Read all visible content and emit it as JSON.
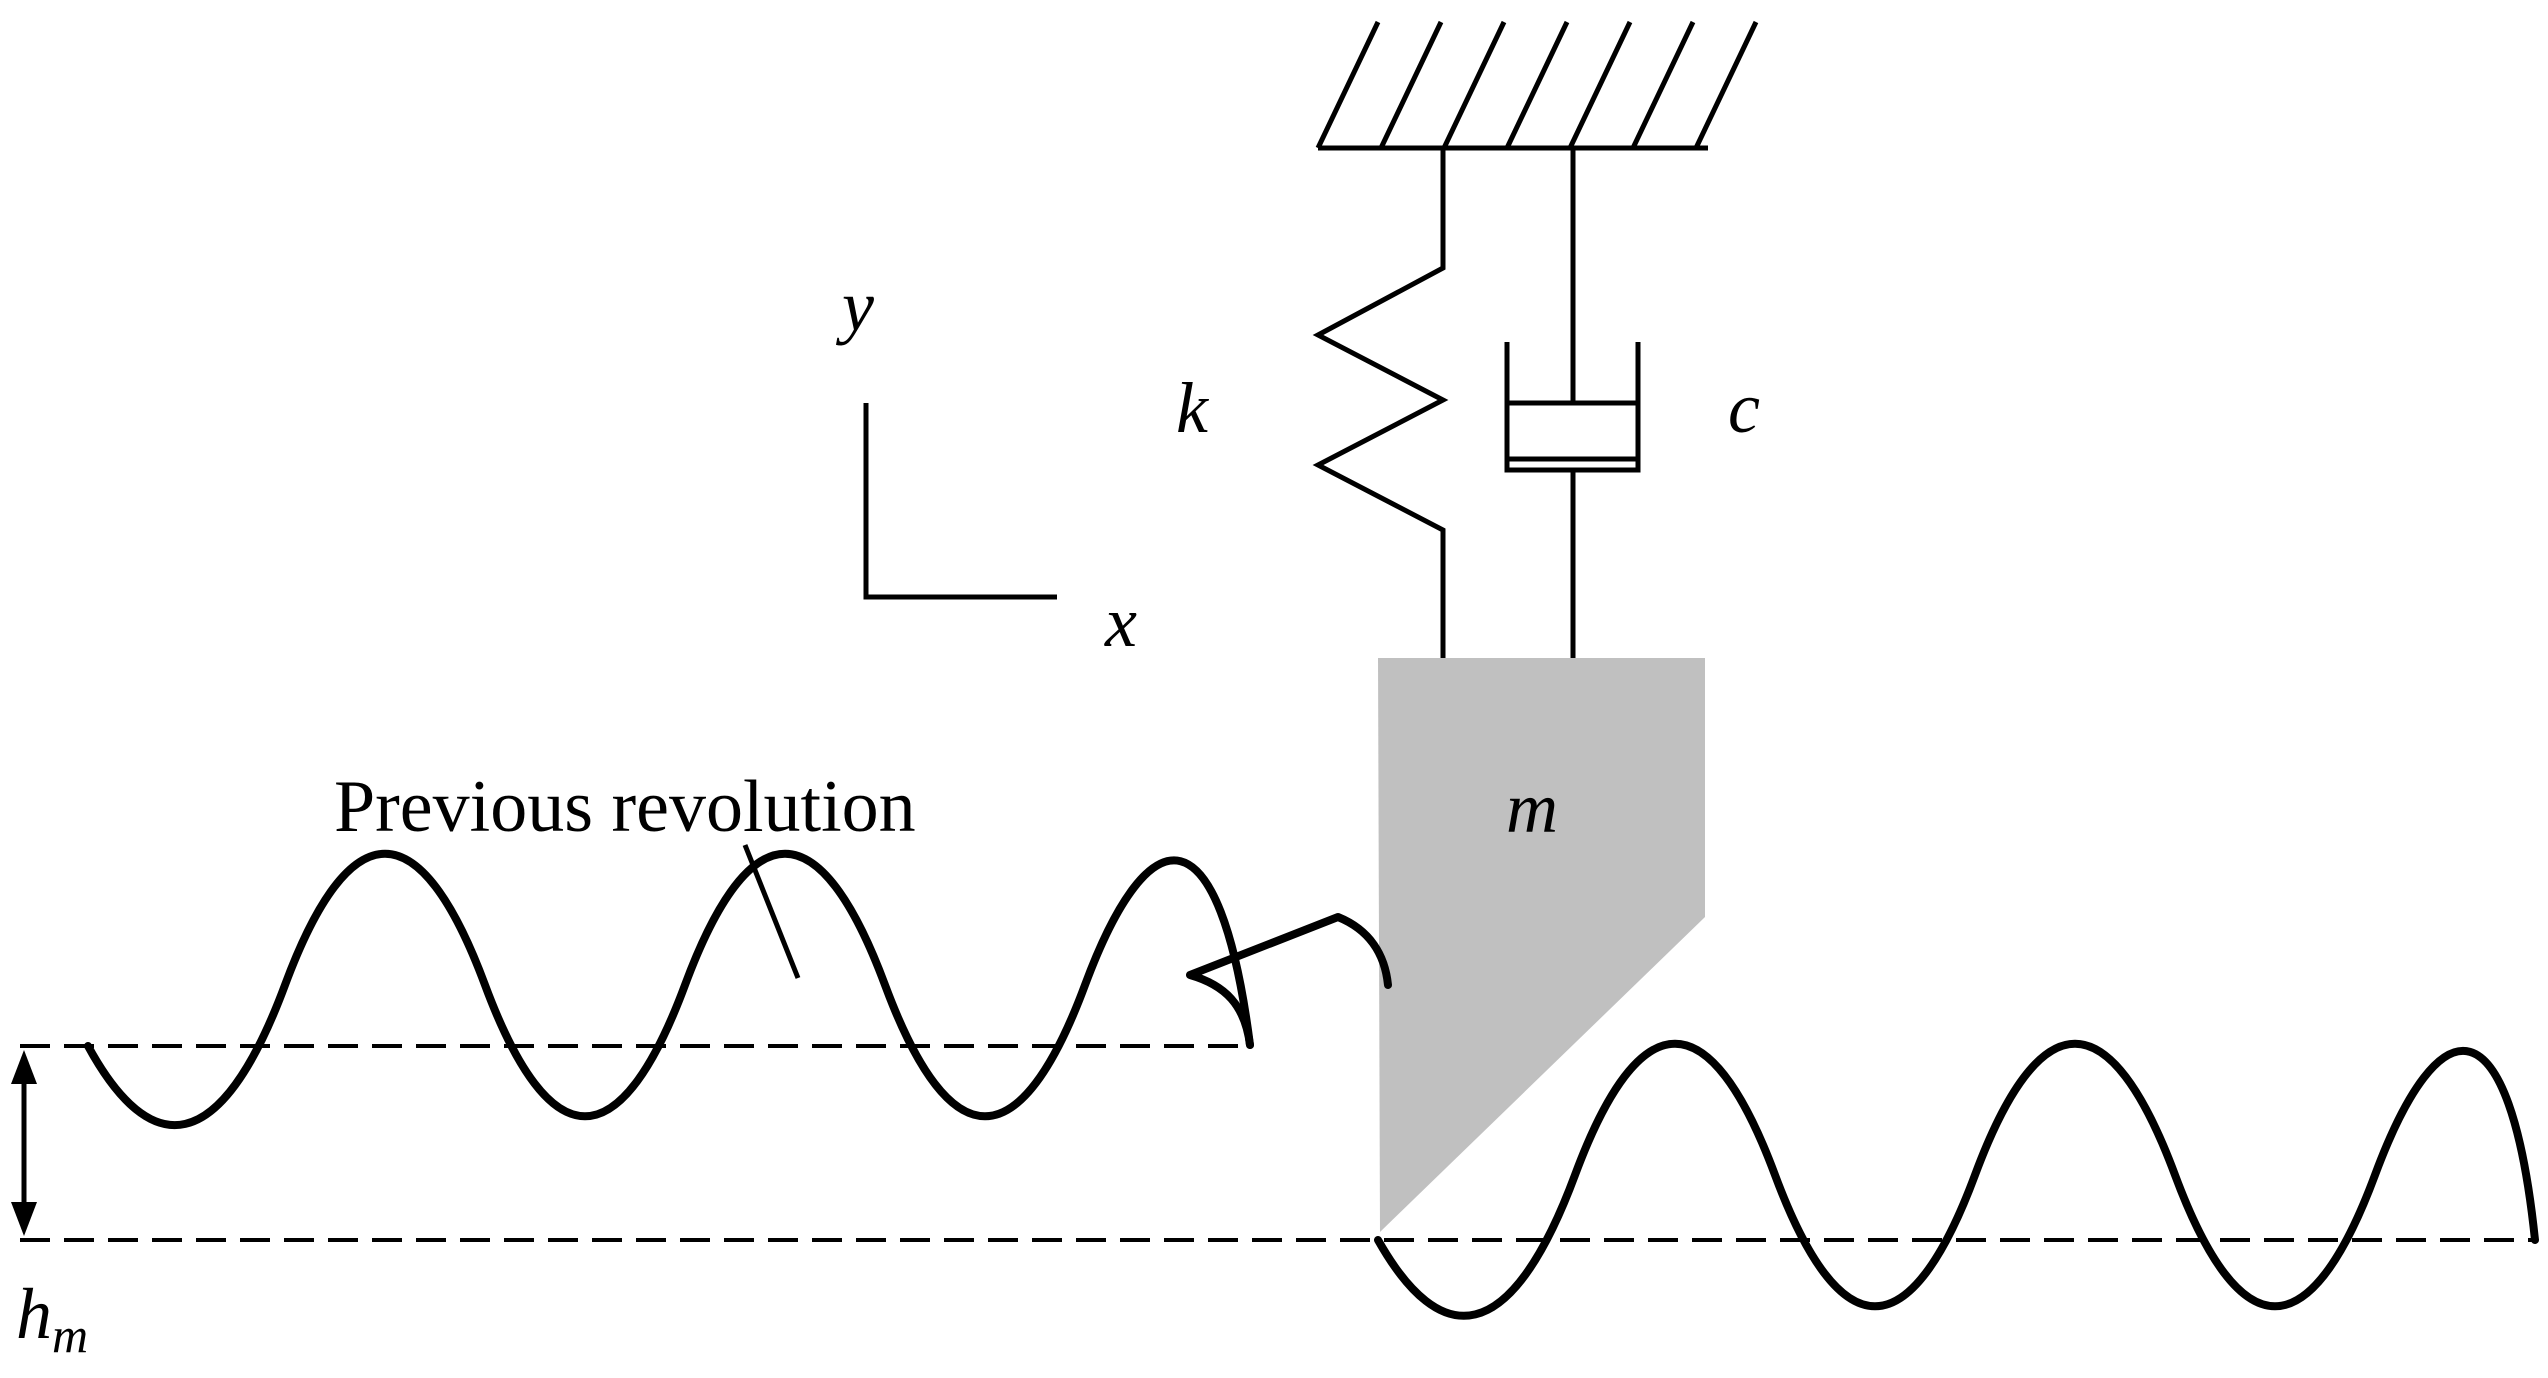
{
  "labels": {
    "stiffness": "k",
    "damping": "c",
    "mass": "m",
    "axis_y": "y",
    "axis_x": "x",
    "previous_revolution": "Previous revolution",
    "chip_thickness_main": "h",
    "chip_thickness_sub": "m"
  },
  "colors": {
    "line": "#000000",
    "tool_fill": "#c0c0c0",
    "background": "#ffffff"
  }
}
